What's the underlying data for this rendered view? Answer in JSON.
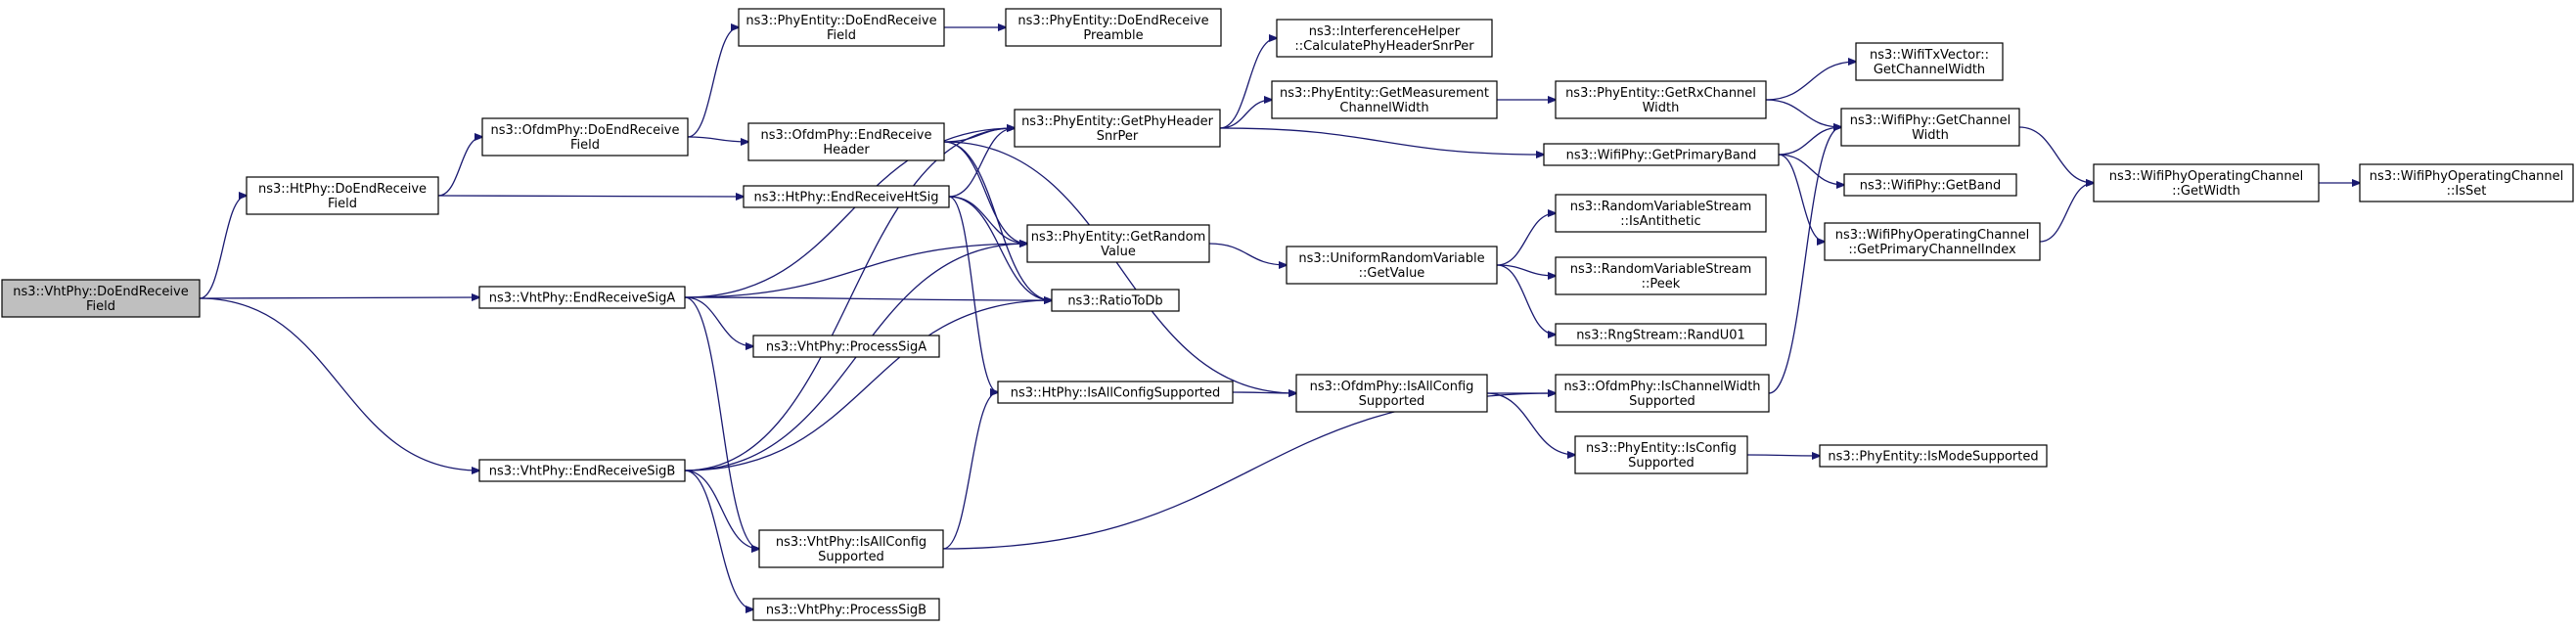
{
  "colors": {
    "node_fill": "#ffffff",
    "highlight_fill": "#bfbfbf",
    "edge": "#191970",
    "border": "#000000"
  },
  "nodes": [
    {
      "id": "n0",
      "lines": [
        "ns3::VhtPhy::DoEndReceive",
        "Field"
      ],
      "highlight": true
    },
    {
      "id": "n1",
      "lines": [
        "ns3::HtPhy::DoEndReceive",
        "Field"
      ]
    },
    {
      "id": "n2",
      "lines": [
        "ns3::VhtPhy::EndReceiveSigA"
      ]
    },
    {
      "id": "n3",
      "lines": [
        "ns3::VhtPhy::EndReceiveSigB"
      ]
    },
    {
      "id": "n4",
      "lines": [
        "ns3::OfdmPhy::DoEndReceive",
        "Field"
      ]
    },
    {
      "id": "n5",
      "lines": [
        "ns3::HtPhy::EndReceiveHtSig"
      ]
    },
    {
      "id": "n6",
      "lines": [
        "ns3::PhyEntity::DoEndReceive",
        "Field"
      ]
    },
    {
      "id": "n7",
      "lines": [
        "ns3::OfdmPhy::EndReceive",
        "Header"
      ]
    },
    {
      "id": "n8",
      "lines": [
        "ns3::VhtPhy::ProcessSigA"
      ]
    },
    {
      "id": "n9",
      "lines": [
        "ns3::VhtPhy::IsAllConfig",
        "Supported"
      ]
    },
    {
      "id": "n10",
      "lines": [
        "ns3::VhtPhy::ProcessSigB"
      ]
    },
    {
      "id": "n11",
      "lines": [
        "ns3::PhyEntity::DoEndReceive",
        "Preamble"
      ]
    },
    {
      "id": "n12",
      "lines": [
        "ns3::PhyEntity::GetPhyHeader",
        "SnrPer"
      ]
    },
    {
      "id": "n13",
      "lines": [
        "ns3::PhyEntity::GetRandom",
        "Value"
      ]
    },
    {
      "id": "n14",
      "lines": [
        "ns3::RatioToDb"
      ]
    },
    {
      "id": "n15",
      "lines": [
        "ns3::HtPhy::IsAllConfigSupported"
      ]
    },
    {
      "id": "n16",
      "lines": [
        "ns3::InterferenceHelper",
        "::CalculatePhyHeaderSnrPer"
      ]
    },
    {
      "id": "n17",
      "lines": [
        "ns3::PhyEntity::GetMeasurement",
        "ChannelWidth"
      ]
    },
    {
      "id": "n18",
      "lines": [
        "ns3::UniformRandomVariable",
        "::GetValue"
      ]
    },
    {
      "id": "n19",
      "lines": [
        "ns3::OfdmPhy::IsAllConfig",
        "Supported"
      ]
    },
    {
      "id": "n20",
      "lines": [
        "ns3::PhyEntity::GetRxChannel",
        "Width"
      ]
    },
    {
      "id": "n21",
      "lines": [
        "ns3::WifiPhy::GetPrimaryBand"
      ]
    },
    {
      "id": "n22",
      "lines": [
        "ns3::RandomVariableStream",
        "::IsAntithetic"
      ]
    },
    {
      "id": "n23",
      "lines": [
        "ns3::RandomVariableStream",
        "::Peek"
      ]
    },
    {
      "id": "n24",
      "lines": [
        "ns3::RngStream::RandU01"
      ]
    },
    {
      "id": "n25",
      "lines": [
        "ns3::OfdmPhy::IsChannelWidth",
        "Supported"
      ]
    },
    {
      "id": "n26",
      "lines": [
        "ns3::PhyEntity::IsConfig",
        "Supported"
      ]
    },
    {
      "id": "n27",
      "lines": [
        "ns3::WifiTxVector::",
        "GetChannelWidth"
      ]
    },
    {
      "id": "n28",
      "lines": [
        "ns3::WifiPhy::GetChannel",
        "Width"
      ]
    },
    {
      "id": "n29",
      "lines": [
        "ns3::WifiPhy::GetBand"
      ]
    },
    {
      "id": "n30",
      "lines": [
        "ns3::WifiPhyOperatingChannel",
        "::GetPrimaryChannelIndex"
      ]
    },
    {
      "id": "n31",
      "lines": [
        "ns3::PhyEntity::IsModeSupported"
      ]
    },
    {
      "id": "n32",
      "lines": [
        "ns3::WifiPhyOperatingChannel",
        "::GetWidth"
      ]
    },
    {
      "id": "n33",
      "lines": [
        "ns3::WifiPhyOperatingChannel",
        "::IsSet"
      ]
    }
  ],
  "edges": [
    [
      "n0",
      "n1"
    ],
    [
      "n0",
      "n2"
    ],
    [
      "n0",
      "n3"
    ],
    [
      "n1",
      "n4"
    ],
    [
      "n1",
      "n5"
    ],
    [
      "n2",
      "n12"
    ],
    [
      "n2",
      "n13"
    ],
    [
      "n2",
      "n14"
    ],
    [
      "n2",
      "n8"
    ],
    [
      "n2",
      "n9"
    ],
    [
      "n3",
      "n12"
    ],
    [
      "n3",
      "n13"
    ],
    [
      "n3",
      "n14"
    ],
    [
      "n3",
      "n9"
    ],
    [
      "n3",
      "n10"
    ],
    [
      "n4",
      "n6"
    ],
    [
      "n4",
      "n7"
    ],
    [
      "n5",
      "n12"
    ],
    [
      "n5",
      "n13"
    ],
    [
      "n5",
      "n14"
    ],
    [
      "n5",
      "n15"
    ],
    [
      "n6",
      "n11"
    ],
    [
      "n7",
      "n12"
    ],
    [
      "n7",
      "n13"
    ],
    [
      "n7",
      "n14"
    ],
    [
      "n7",
      "n19"
    ],
    [
      "n9",
      "n15"
    ],
    [
      "n9",
      "n25"
    ],
    [
      "n12",
      "n16"
    ],
    [
      "n12",
      "n17"
    ],
    [
      "n12",
      "n21"
    ],
    [
      "n13",
      "n18"
    ],
    [
      "n15",
      "n19"
    ],
    [
      "n17",
      "n20"
    ],
    [
      "n18",
      "n22"
    ],
    [
      "n18",
      "n23"
    ],
    [
      "n18",
      "n24"
    ],
    [
      "n19",
      "n25"
    ],
    [
      "n19",
      "n26"
    ],
    [
      "n20",
      "n27"
    ],
    [
      "n20",
      "n28"
    ],
    [
      "n21",
      "n28"
    ],
    [
      "n21",
      "n29"
    ],
    [
      "n21",
      "n30"
    ],
    [
      "n25",
      "n28"
    ],
    [
      "n26",
      "n31"
    ],
    [
      "n28",
      "n32"
    ],
    [
      "n30",
      "n32"
    ],
    [
      "n32",
      "n33"
    ]
  ]
}
